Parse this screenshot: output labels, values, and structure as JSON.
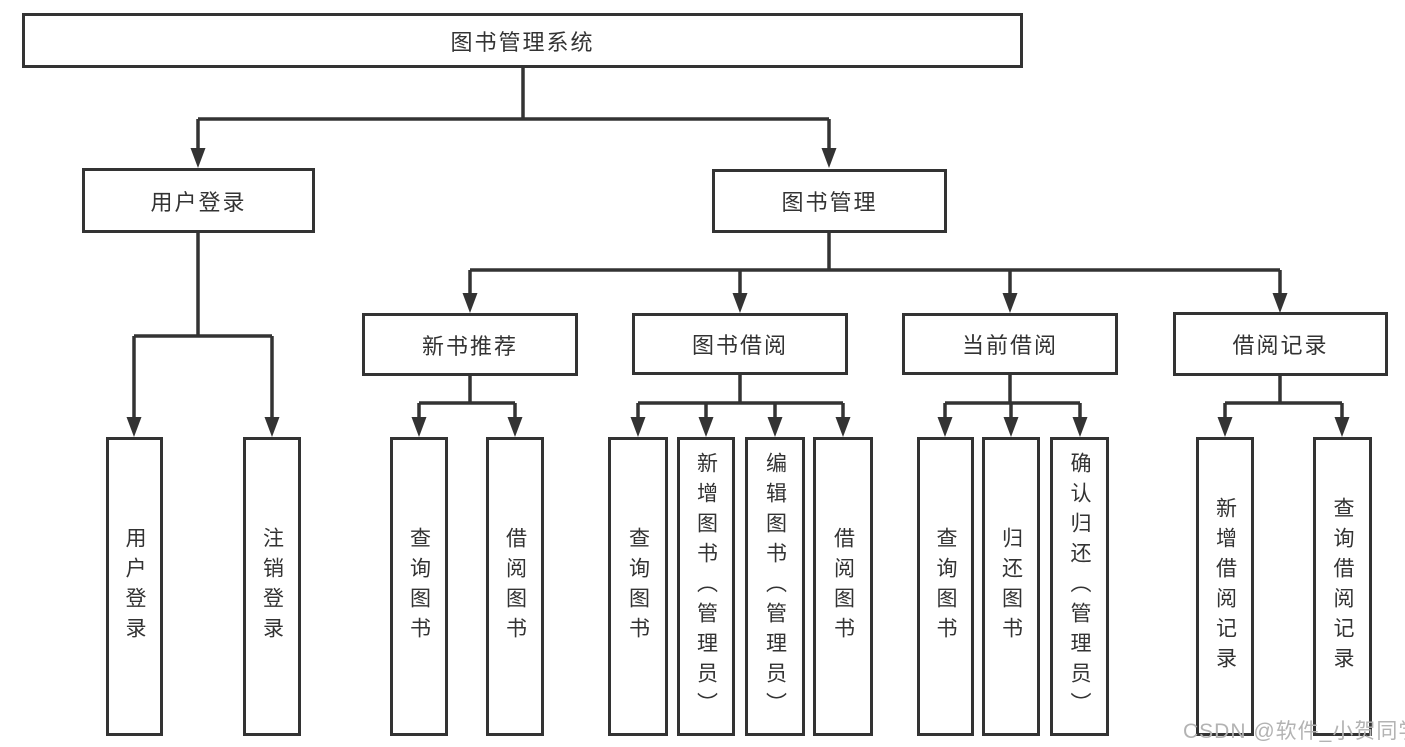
{
  "tree": {
    "label": "图书管理系统",
    "children": [
      {
        "label": "用户登录",
        "children": [
          {
            "label": "用户登录"
          },
          {
            "label": "注销登录"
          }
        ]
      },
      {
        "label": "图书管理",
        "children": [
          {
            "label": "新书推荐",
            "children": [
              {
                "label": "查询图书"
              },
              {
                "label": "借阅图书"
              }
            ]
          },
          {
            "label": "图书借阅",
            "children": [
              {
                "label": "查询图书"
              },
              {
                "label": "新增图书（管理员）"
              },
              {
                "label": "编辑图书（管理员）"
              },
              {
                "label": "借阅图书"
              }
            ]
          },
          {
            "label": "当前借阅",
            "children": [
              {
                "label": "查询图书"
              },
              {
                "label": "归还图书"
              },
              {
                "label": "确认归还（管理员）"
              }
            ]
          },
          {
            "label": "借阅记录",
            "children": [
              {
                "label": "新增借阅记录"
              },
              {
                "label": "查询借阅记录"
              }
            ]
          }
        ]
      }
    ]
  },
  "watermark": {
    "text": "CSDN @软件_小贺同学"
  },
  "colors": {
    "line": "#333333",
    "text": "#333333",
    "watermark": "#b3b3b3",
    "background": "#ffffff"
  }
}
